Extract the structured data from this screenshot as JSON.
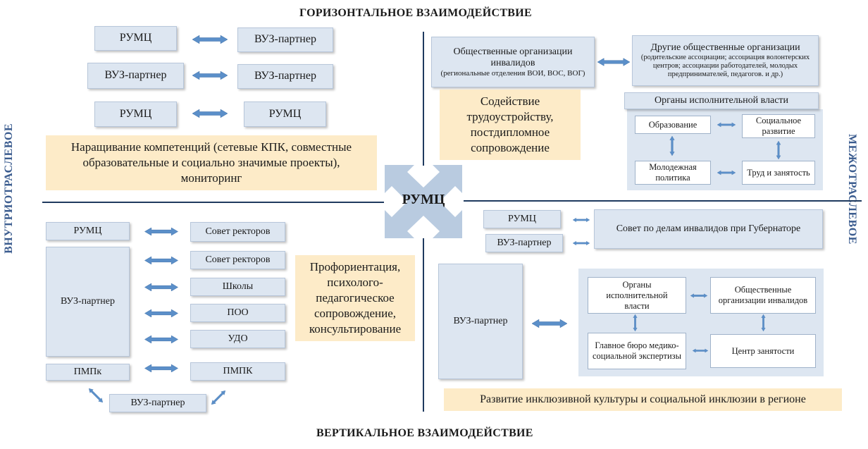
{
  "headings": {
    "top": "ГОРИЗОНТАЛЬНОЕ ВЗАИМОДЕЙСТВИЕ",
    "bottom": "ВЕРТИКАЛЬНОЕ ВЗАИМОДЕЙСТВИЕ",
    "left": "ВНУТРИОТРАСЛЕВОЕ",
    "right": "МЕЖОТРАСЛЕВОЕ"
  },
  "center": {
    "label": "РУМЦ"
  },
  "top_left": {
    "rows": [
      {
        "left": "РУМЦ",
        "right": "ВУЗ-партнер"
      },
      {
        "left": "ВУЗ-партнер",
        "right": "ВУЗ-партнер"
      },
      {
        "left": "РУМЦ",
        "right": "РУМЦ"
      }
    ],
    "note": "Наращивание компетенций (сетевые КПК, совместные образовательные и социально значимые проекты), мониторинг"
  },
  "top_right": {
    "org_invalids_main": "Общественные организации инвалидов",
    "org_invalids_sub": "(региональные отделения ВОИ, ВОС, ВОГ)",
    "other_orgs_main": "Другие общественные организации",
    "other_orgs_sub": "(родительские ассоциации;   ассоциация волонтерских центров; ассоциации работодателей,  молодых предпринимателей, педагогов. и др.)",
    "note": "Содействие трудоустройству, постдипломное сопровождение",
    "executive_title": "Органы исполнительной власти",
    "executive_items": [
      "Образование",
      "Социальное развитие",
      "Молодежная политика",
      "Труд и занятость"
    ]
  },
  "bottom_left": {
    "rumc": "РУМЦ",
    "vuz_partner": "ВУЗ-партнер",
    "targets": [
      "Совет ректоров",
      "Совет ректоров",
      "Школы",
      "ПОО",
      "УДО"
    ],
    "pmpk_left": "ПМПк",
    "pmpk_right": "ПМПК",
    "vuz_bottom": "ВУЗ-партнер",
    "note": "Профориентация, психолого-педагогическое сопровождение, консультирование"
  },
  "bottom_right": {
    "rumc": "РУМЦ",
    "vuz_partner": "ВУЗ-партнер",
    "council": "Совет по делам инвалидов при Губернаторе",
    "vuz_big": "ВУЗ-партнер",
    "grid": [
      "Органы исполнительной власти",
      "Общественные организации инвалидов",
      "Главное бюро медико-социальной экспертизы",
      "Центр  занятости"
    ],
    "note": "Развитие инклюзивной культуры  и социальной инклюзии в регионе"
  },
  "colors": {
    "box_fill": "#dde6f1",
    "note_fill": "#fdebc8",
    "arrow": "#5b8fc9",
    "axis": "#1f3a5f",
    "side_label": "#3b5c8f"
  }
}
